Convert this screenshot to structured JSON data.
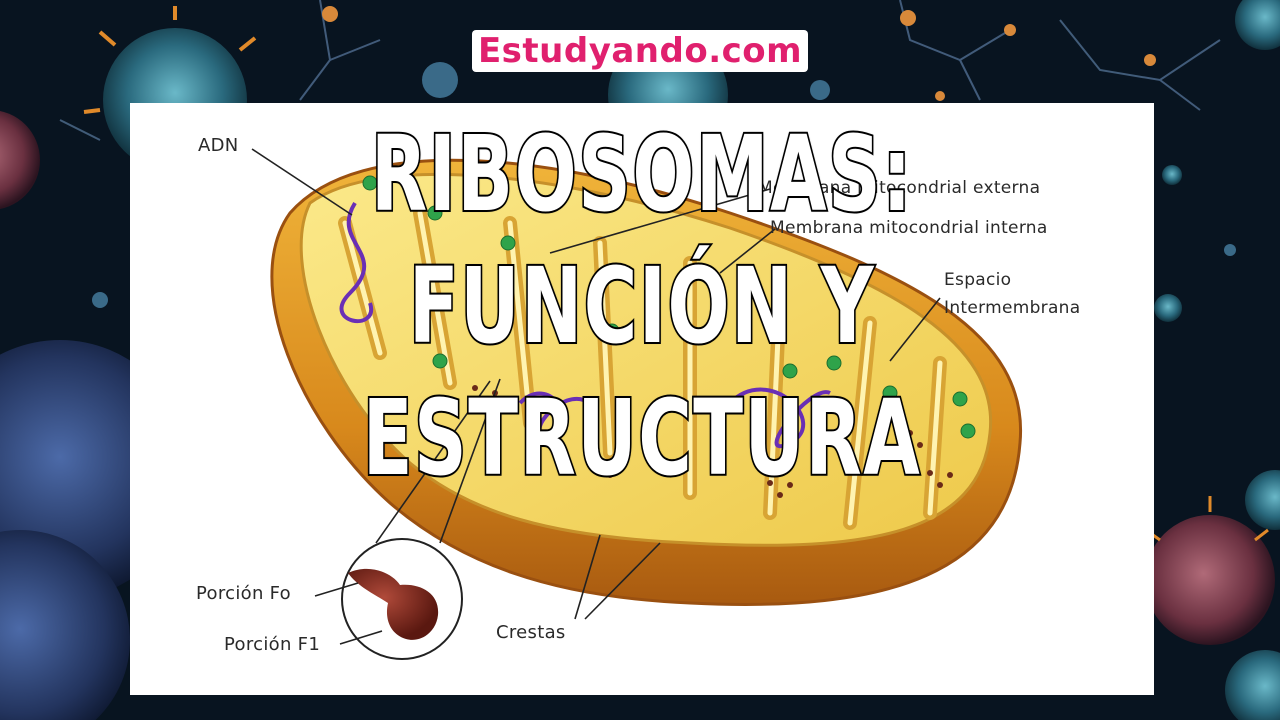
{
  "brand": "Estudyando.com",
  "title": {
    "line1": "RIBOSOMAS:",
    "line2": "FUNCIÓN Y",
    "line3": "ESTRUCTURA"
  },
  "diagram": {
    "labels": {
      "adn": "ADN",
      "membrana_externa": "Membrana mitocondrial externa",
      "membrana_interna": "Membrana mitocondrial interna",
      "espacio_1": "Espacio",
      "espacio_2": "Intermembrana",
      "porcion_fo": "Porción Fo",
      "porcion_f1": "Porción F1",
      "crestas": "Crestas"
    }
  },
  "colors": {
    "brand_text": "#e0206e",
    "outer_membrane": "#d88a1a",
    "inner_fill": "#f6df6a",
    "dna": "#6a2fb5",
    "ribosome": "#2fa34a"
  }
}
